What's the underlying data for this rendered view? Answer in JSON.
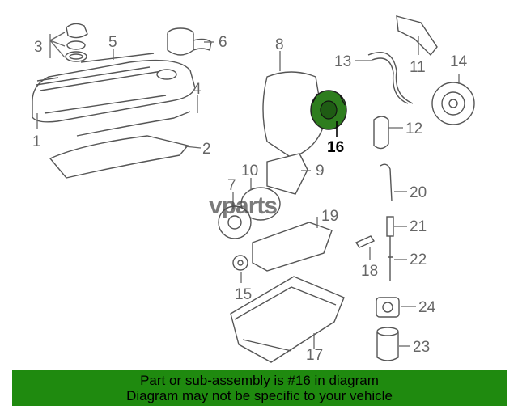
{
  "brand": {
    "watermark": "vparts"
  },
  "highlight_color": "#2e7d1e",
  "footer_color": "#1f8a0f",
  "callouts": [
    {
      "id": "1",
      "label": "1"
    },
    {
      "id": "2",
      "label": "2"
    },
    {
      "id": "3",
      "label": "3"
    },
    {
      "id": "4",
      "label": "4"
    },
    {
      "id": "5",
      "label": "5"
    },
    {
      "id": "6",
      "label": "6"
    },
    {
      "id": "7",
      "label": "7"
    },
    {
      "id": "8",
      "label": "8"
    },
    {
      "id": "9",
      "label": "9"
    },
    {
      "id": "10",
      "label": "10"
    },
    {
      "id": "11",
      "label": "11"
    },
    {
      "id": "12",
      "label": "12"
    },
    {
      "id": "13",
      "label": "13"
    },
    {
      "id": "14",
      "label": "14"
    },
    {
      "id": "15",
      "label": "15"
    },
    {
      "id": "16",
      "label": "16"
    },
    {
      "id": "17",
      "label": "17"
    },
    {
      "id": "18",
      "label": "18"
    },
    {
      "id": "19",
      "label": "19"
    },
    {
      "id": "20",
      "label": "20"
    },
    {
      "id": "21",
      "label": "21"
    },
    {
      "id": "22",
      "label": "22"
    },
    {
      "id": "23",
      "label": "23"
    },
    {
      "id": "24",
      "label": "24"
    }
  ],
  "footer": {
    "line1": "Part or sub-assembly is #16 in diagram",
    "line2": "Diagram may not be specific to your vehicle"
  }
}
